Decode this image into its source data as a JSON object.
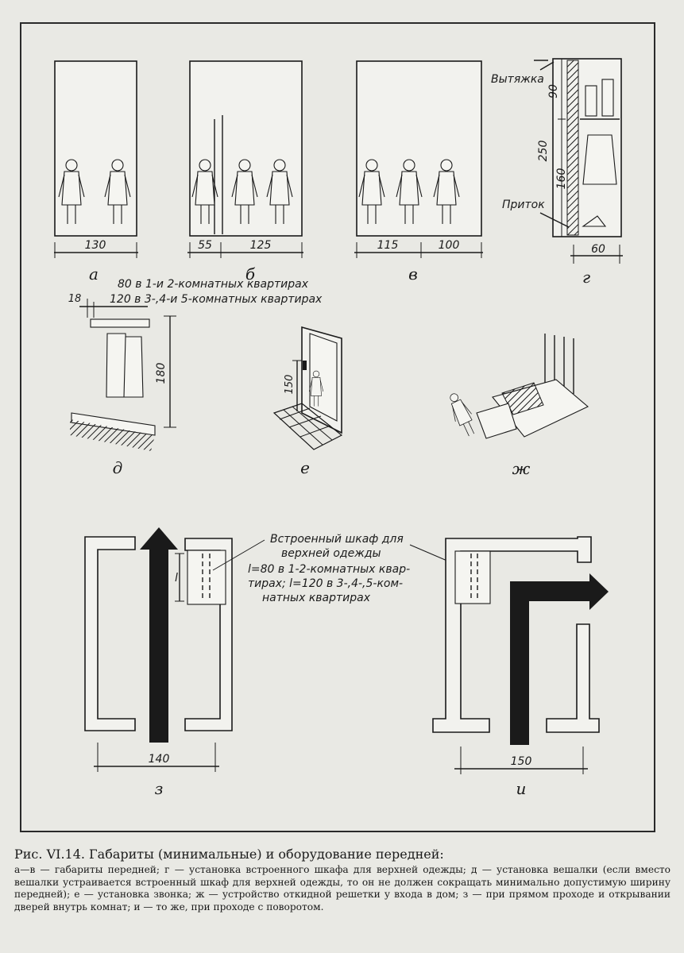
{
  "panels": {
    "a": {
      "letter": "а",
      "width": "130"
    },
    "b": {
      "letter": "б",
      "width1": "55",
      "width2": "125"
    },
    "v": {
      "letter": "в",
      "width1": "115",
      "width2": "100"
    },
    "g": {
      "letter": "г",
      "width": "60",
      "height_top": "90",
      "height_total": "250",
      "height_bottom": "160",
      "label_exhaust": "Вытяжка",
      "label_inflow": "Приток"
    },
    "d": {
      "letter": "д",
      "note_line1": "80  в 1-и 2-комнатных квартирах",
      "note_line2": "120  в 3-,4-и 5-комнатных квартирах",
      "depth": "18",
      "height": "180"
    },
    "e": {
      "letter": "е",
      "height": "150"
    },
    "zh": {
      "letter": "ж"
    },
    "z": {
      "letter": "з",
      "width": "140",
      "dim_l": "l"
    },
    "i": {
      "letter": "и",
      "width": "150"
    }
  },
  "closet_note": {
    "line1": "Встроенный шкаф для",
    "line2": "верхней одежды",
    "line3": "l=80 в 1-2-комнатных квар-",
    "line4": "тирах; l=120 в 3-,4-,5-ком-",
    "line5": "натных квартирах"
  },
  "caption": {
    "title": "Рис. VI.14. Габариты (минимальные) и оборудование передней:",
    "text": "а—в — габариты передней; г — установка встроенного шкафа для верхней одежды; д — установка вешалки (если вместо вешалки устраивается встроенный шкаф для верхней одежды, то он не должен сокращать минимально допустимую ширину передней); е — установка звонка; ж — устройство откидной решетки у входа в дом; з — при прямом проходе и открывании дверей внутрь комнат; и — то же, при проходе с поворотом."
  }
}
